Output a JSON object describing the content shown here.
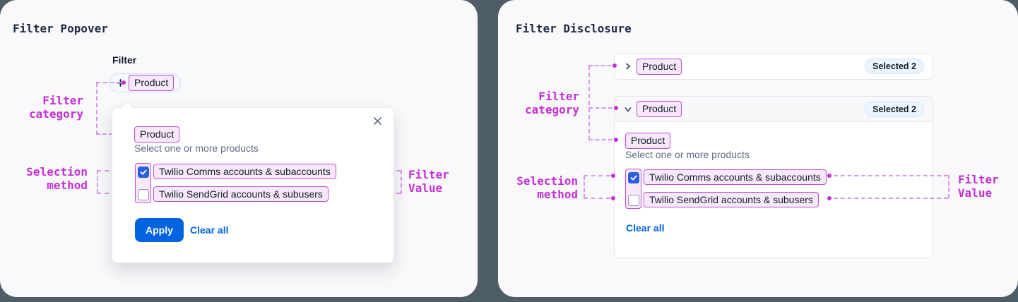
{
  "colors": {
    "page_background": "#4D5E66",
    "panel_background": "#F9F9FB",
    "ink": "#121C2D",
    "muted_text": "#606B85",
    "annotation_magenta": "#C42FD4",
    "annotation_dash": "#DC96E9",
    "highlight_chip_bg": "#F8E8FB",
    "highlight_chip_border": "#BB4FD1",
    "action_blue": "#0263E0",
    "checkbox_checked_blue": "#2B5FDD",
    "badge_bg": "#EBF4FF",
    "badge_border": "#CCE4FF",
    "card_border": "#E2E4EA",
    "trigger_pill_bg": "#F4F9FF",
    "trigger_pill_border": "#CBE0FA"
  },
  "icons": {
    "plus": "+",
    "close": "✕",
    "check": "✓",
    "chevron_right": "›",
    "chevron_down": "⌄",
    "connector_dot": "•"
  },
  "annotations": {
    "filter_category": "Filter\ncategory",
    "selection_method": "Selection\nmethod",
    "filter_value": "Filter\nValue"
  },
  "left": {
    "title": "Filter Popover",
    "filter_label": "Filter",
    "trigger": {
      "chip": "Product"
    },
    "popover": {
      "chip": "Product",
      "helper": "Select one or more products",
      "options": [
        {
          "label": "Twilio Comms accounts & subaccounts",
          "checked": true
        },
        {
          "label": "Twilio SendGrid accounts & subusers",
          "checked": false
        }
      ],
      "apply_label": "Apply",
      "clear_label": "Clear all"
    }
  },
  "right": {
    "title": "Filter Disclosure",
    "collapsed_row": {
      "chip": "Product",
      "badge": "Selected 2"
    },
    "expanded_row": {
      "chip": "Product",
      "badge": "Selected 2"
    },
    "panel_body": {
      "chip": "Product",
      "helper": "Select one or more products",
      "options": [
        {
          "label": "Twilio Comms accounts & subaccounts",
          "checked": true
        },
        {
          "label": "Twilio SendGrid accounts & subusers",
          "checked": false
        }
      ],
      "clear_label": "Clear all"
    }
  }
}
